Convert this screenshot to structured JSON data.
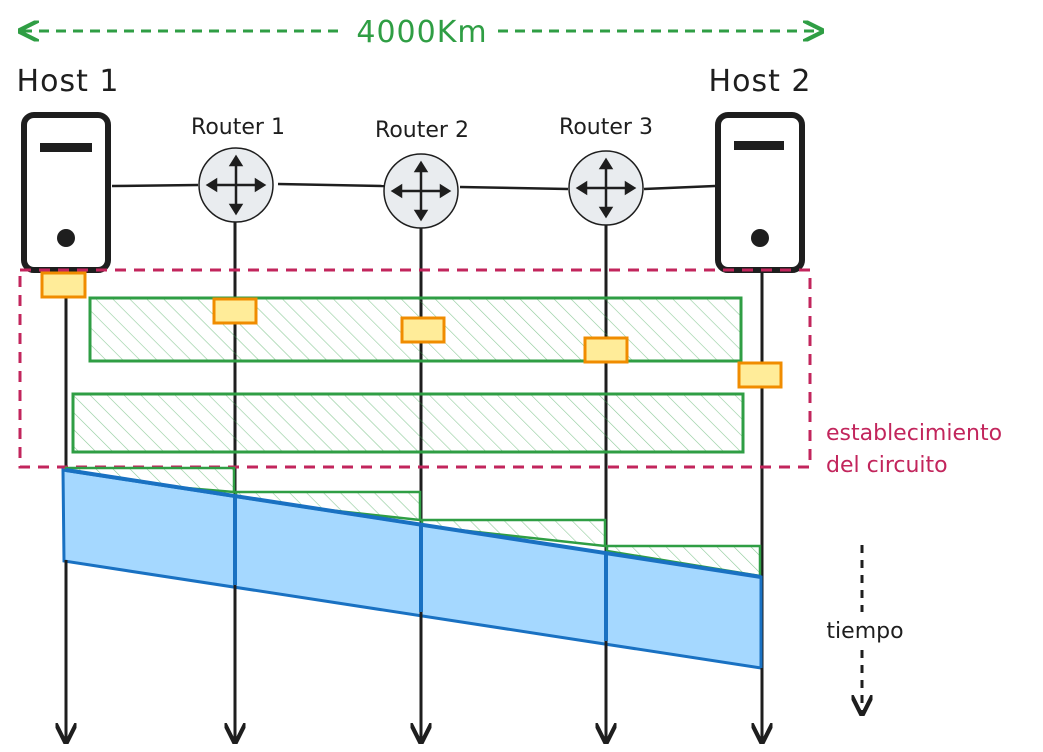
{
  "distance": {
    "label": "4000Km",
    "color": "#2f9e44"
  },
  "nodes": {
    "host1": "Host 1",
    "router1": "Router 1",
    "router2": "Router 2",
    "router3": "Router 3",
    "host2": "Host 2"
  },
  "circuit_setup": {
    "line1": "establecimiento",
    "line2": "del circuito",
    "color": "#c2255c"
  },
  "time_label": "tiempo",
  "colors": {
    "packet_fill": "#ffec99",
    "packet_stroke": "#f08c00",
    "hatch": "#2f9e44",
    "data_fill": "#a5d8ff",
    "data_stroke": "#1971c2",
    "ink": "#1e1e1e"
  }
}
